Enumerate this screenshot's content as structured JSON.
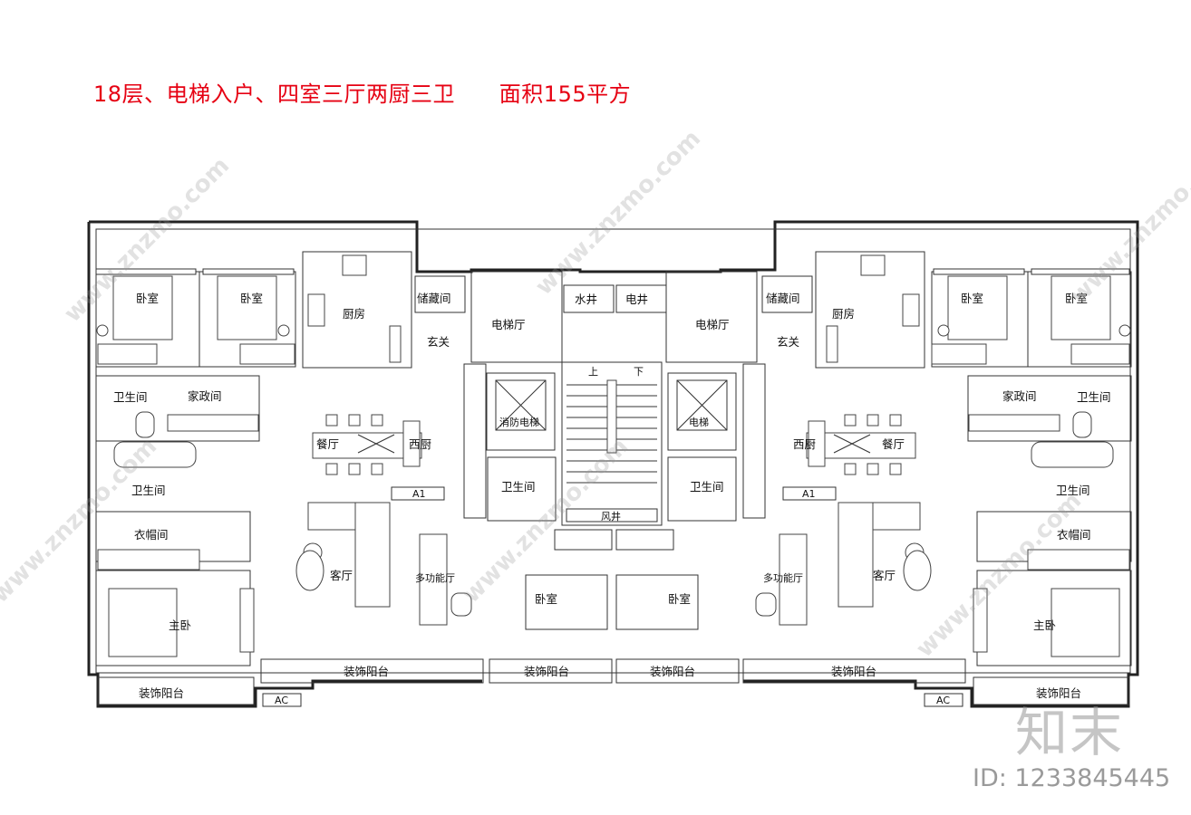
{
  "title": "18层、电梯入户、四室三厅两厨三卫      面积155平方",
  "watermark": "www.znzmo.com",
  "brand": "知末",
  "doc_id": "ID: 1233845445",
  "labels": {
    "bedroom": "卧室",
    "kitchen": "厨房",
    "storage": "储藏间",
    "foyer": "玄关",
    "elevator_hall": "电梯厅",
    "water_shaft": "水井",
    "electric_shaft": "电井",
    "housekeeping": "家政间",
    "bathroom": "卫生间",
    "dining": "餐厅",
    "western_kitchen": "西厨",
    "cloakroom": "衣帽间",
    "living": "客厅",
    "multi_hall": "多功能厅",
    "master_bedroom": "主卧",
    "deco_balcony": "装饰阳台",
    "fire_elevator": "消防电梯",
    "elevator": "电梯",
    "up": "上",
    "down": "下",
    "air_shaft": "风井",
    "unit_a1": "A1",
    "ac": "AC"
  }
}
